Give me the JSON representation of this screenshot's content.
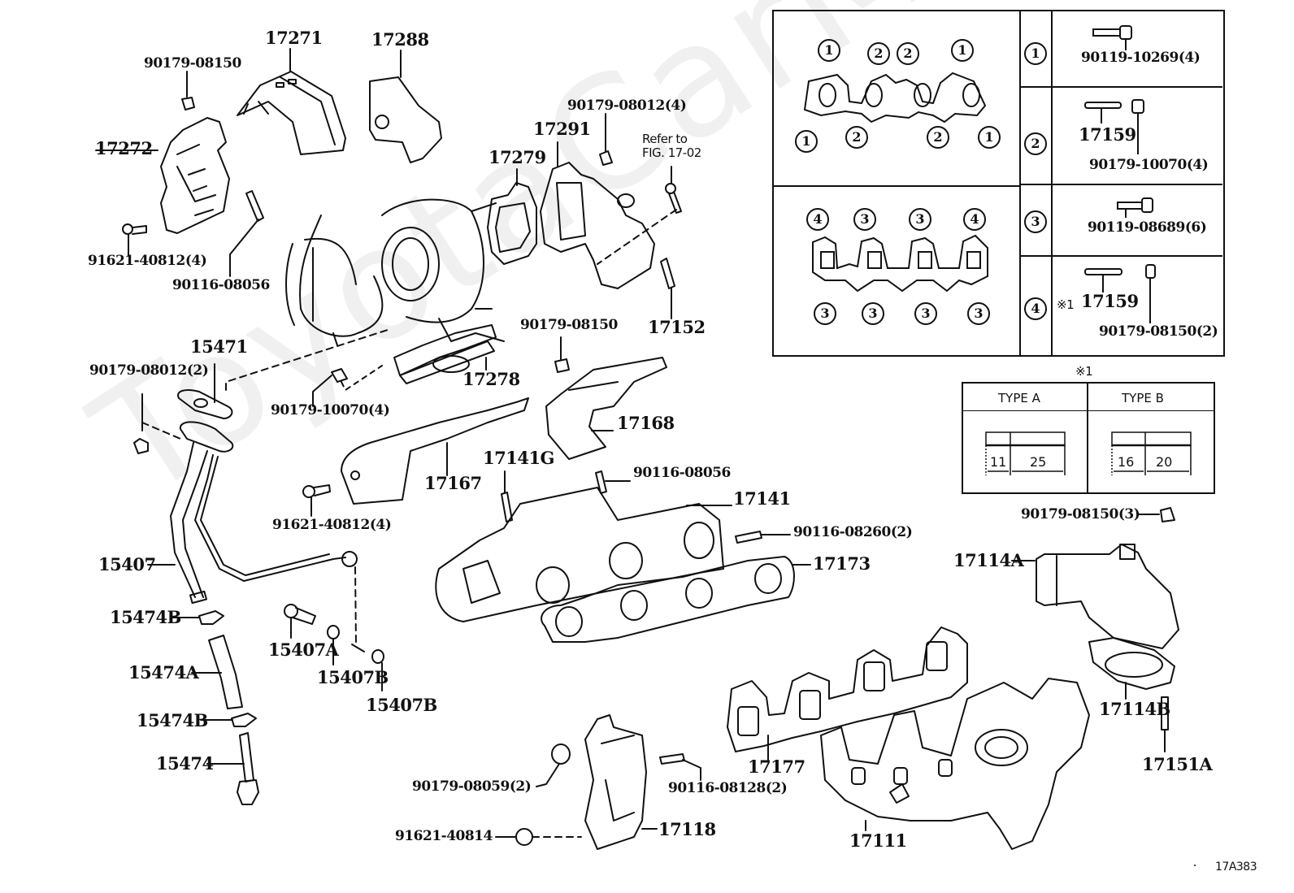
{
  "watermark": "ToyotaCarMine.ru",
  "figure_id": "17A383",
  "reference_note": {
    "line1": "Refer to",
    "line2": "FIG. 17-02"
  },
  "labels": {
    "p17271": "17271",
    "p17288": "17288",
    "p90179_08150_top": "90179-08150",
    "p17272": "17272",
    "p91621_40812_top": "91621-40812(4)",
    "p90116_08056_top": "90116-08056",
    "p90179_08012_4": "90179-08012(4)",
    "p17291": "17291",
    "p17279": "17279",
    "p17152": "17152",
    "p15471": "15471",
    "p90179_08012_2": "90179-08012(2)",
    "p90179_10070_4": "90179-10070(4)",
    "p17278": "17278",
    "p90179_08150_mid": "90179-08150",
    "p17168": "17168",
    "p17167": "17167",
    "p91621_40812_mid": "91621-40812(4)",
    "p17141G": "17141G",
    "p90116_08056_mid": "90116-08056",
    "p17141": "17141",
    "p90116_08260_2": "90116-08260(2)",
    "p17173": "17173",
    "p15407": "15407",
    "p15474B_top": "15474B",
    "p15474A": "15474A",
    "p15474B_bot": "15474B",
    "p15474": "15474",
    "p15407A": "15407A",
    "p15407B_1": "15407B",
    "p15407B_2": "15407B",
    "p90179_08059_2": "90179-08059(2)",
    "p90116_08128_2": "90116-08128(2)",
    "p91621_40814": "91621-40814",
    "p17118": "17118",
    "p17177": "17177",
    "p17111": "17111",
    "p17114A": "17114A",
    "p17114B": "17114B",
    "p17151A": "17151A",
    "p90179_08150_3": "90179-08150(3)"
  },
  "bolt_table": {
    "upper_gasket_markers": {
      "top": [
        "1",
        "2",
        "2",
        "1"
      ],
      "bottom": [
        "1",
        "2",
        "2",
        "1"
      ]
    },
    "lower_gasket_markers": {
      "top": [
        "4",
        "3",
        "3",
        "4"
      ],
      "bottom": [
        "3",
        "3",
        "3",
        "3"
      ]
    },
    "rows": [
      {
        "key": "1",
        "parts": [
          "90119-10269(4)"
        ]
      },
      {
        "key": "2",
        "parts": [
          "17159",
          "90179-10070(4)"
        ]
      },
      {
        "key": "3",
        "parts": [
          "90119-08689(6)"
        ]
      },
      {
        "key": "4",
        "note": "※1",
        "parts": [
          "17159",
          "90179-08150(2)"
        ]
      }
    ]
  },
  "stud_types": {
    "note": "※1",
    "types": [
      {
        "name": "TYPE A",
        "dims": [
          "11",
          "25"
        ]
      },
      {
        "name": "TYPE B",
        "dims": [
          "16",
          "20"
        ]
      }
    ]
  }
}
